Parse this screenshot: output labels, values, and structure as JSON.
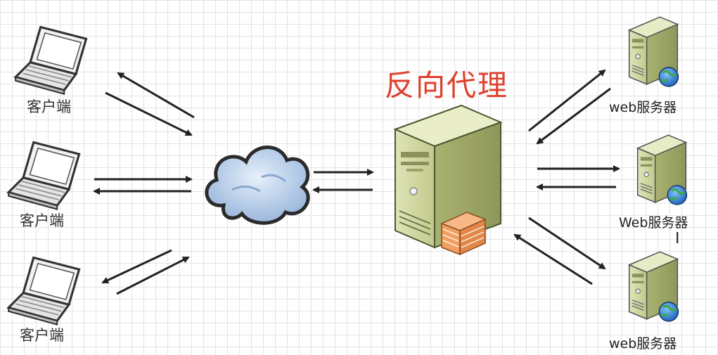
{
  "title": "反向代理",
  "clients": [
    {
      "label": "客户端"
    },
    {
      "label": "客户端"
    },
    {
      "label": "客户端"
    }
  ],
  "servers": [
    {
      "label": "web服务器"
    },
    {
      "label": "Web服务器"
    },
    {
      "label": "web服务器"
    }
  ],
  "icons": {
    "client": "laptop-icon",
    "network": "cloud-icon",
    "proxy": "server-tower-icon",
    "backend": "server-globe-icon"
  },
  "colors": {
    "title": "#e0402e",
    "grid": "#e3e3e3",
    "server_body": "#c9d197",
    "cloud": "#b9cfe8"
  }
}
